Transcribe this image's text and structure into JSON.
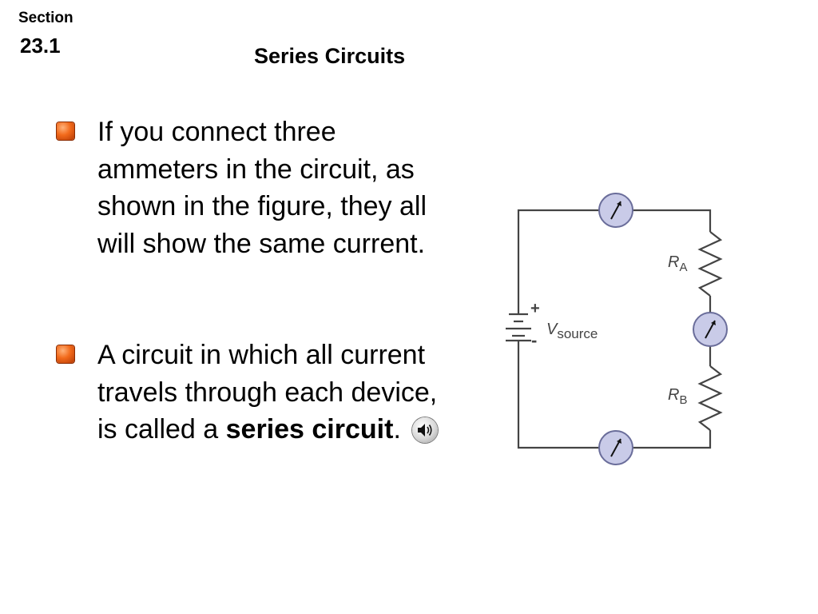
{
  "header": {
    "section_label": "Section",
    "section_number": "23.1",
    "title": "Series Circuits"
  },
  "bullets": [
    {
      "text": "If you connect three ammeters in the circuit, as shown in the figure, they all will show the same current."
    },
    {
      "text_before": "A circuit in which all current travels through each device, is called a ",
      "bold_term": "series circuit",
      "text_after": ".",
      "audio_icon": "speaker-icon"
    }
  ],
  "figure": {
    "labels": {
      "resistor_a_main": "R",
      "resistor_a_sub": "A",
      "resistor_b_main": "R",
      "resistor_b_sub": "B",
      "source_main": "V",
      "source_sub": "source",
      "plus": "+",
      "minus": "-"
    },
    "colors": {
      "plus": "#e02020",
      "minus": "#2060c0",
      "meter_fill": "#c9cbe8",
      "bullet": "#f26a1b"
    },
    "icons": [
      "ammeter-icon",
      "resistor-icon",
      "battery-icon"
    ]
  }
}
